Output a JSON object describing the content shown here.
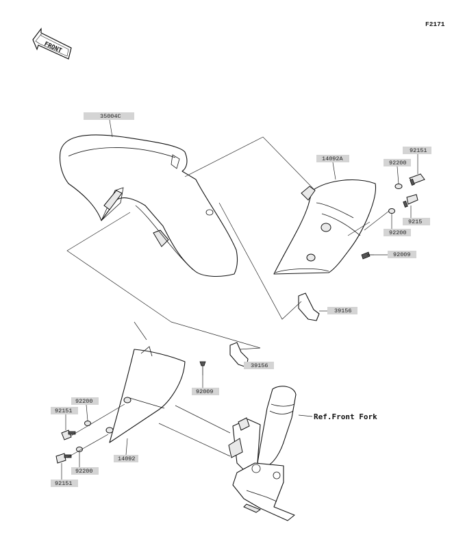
{
  "figure_code": "F2171",
  "front_label": "FRONT",
  "labels": {
    "fender_front": "35004C",
    "fender_cover_right": "14092A",
    "fender_cover_left": "14092",
    "bolt_top": "92151",
    "collar_top": "92200",
    "collar_mid": "92200",
    "bolt_mid": "9215",
    "screw_right": "92009",
    "screw_center": "92009",
    "pad_upper": "39156",
    "pad_lower": "39156",
    "collar_left_upper": "92200",
    "bolt_left_upper": "92151",
    "bolt_left_lower": "92151",
    "collar_left_lower": "92200"
  },
  "ref_front_fork": "Ref.Front Fork"
}
